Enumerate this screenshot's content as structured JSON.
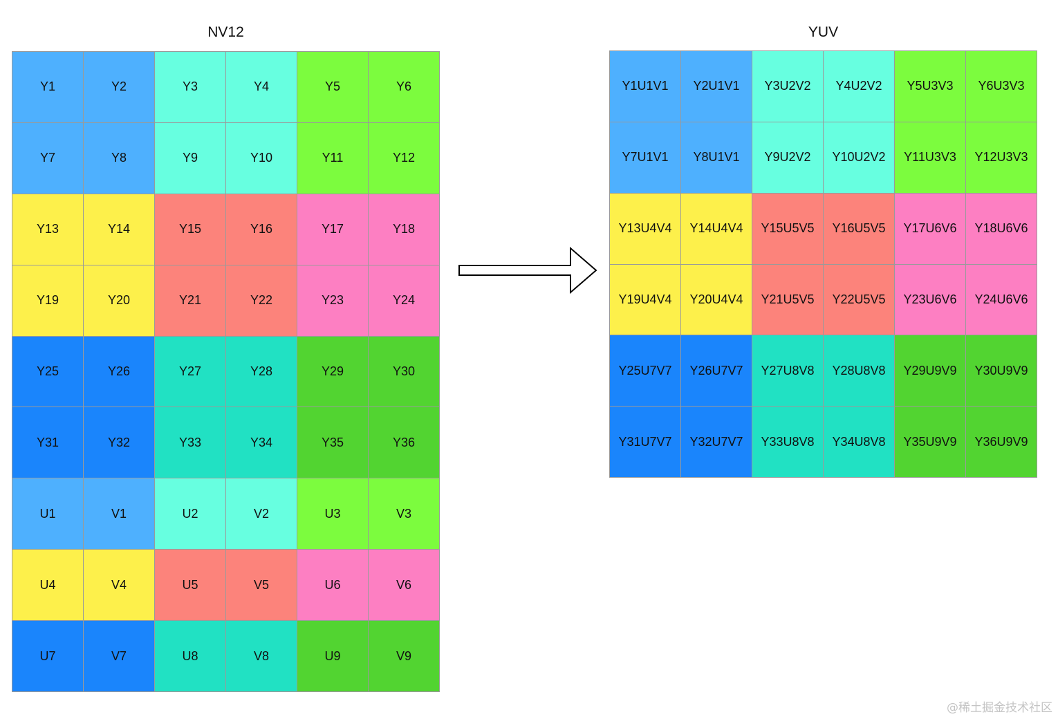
{
  "colors": {
    "A": "#4eb0fe",
    "B": "#67ffe0",
    "C": "#7cfc3e",
    "D": "#fdf04b",
    "E": "#fc837b",
    "F": "#fd7fc2",
    "G": "#1a85fc",
    "H": "#21e1c3",
    "I": "#52d431"
  },
  "nv12": {
    "title": "NV12",
    "rows": [
      [
        {
          "t": "Y1",
          "c": "A"
        },
        {
          "t": "Y2",
          "c": "A"
        },
        {
          "t": "Y3",
          "c": "B"
        },
        {
          "t": "Y4",
          "c": "B"
        },
        {
          "t": "Y5",
          "c": "C"
        },
        {
          "t": "Y6",
          "c": "C"
        }
      ],
      [
        {
          "t": "Y7",
          "c": "A"
        },
        {
          "t": "Y8",
          "c": "A"
        },
        {
          "t": "Y9",
          "c": "B"
        },
        {
          "t": "Y10",
          "c": "B"
        },
        {
          "t": "Y11",
          "c": "C"
        },
        {
          "t": "Y12",
          "c": "C"
        }
      ],
      [
        {
          "t": "Y13",
          "c": "D"
        },
        {
          "t": "Y14",
          "c": "D"
        },
        {
          "t": "Y15",
          "c": "E"
        },
        {
          "t": "Y16",
          "c": "E"
        },
        {
          "t": "Y17",
          "c": "F"
        },
        {
          "t": "Y18",
          "c": "F"
        }
      ],
      [
        {
          "t": "Y19",
          "c": "D"
        },
        {
          "t": "Y20",
          "c": "D"
        },
        {
          "t": "Y21",
          "c": "E"
        },
        {
          "t": "Y22",
          "c": "E"
        },
        {
          "t": "Y23",
          "c": "F"
        },
        {
          "t": "Y24",
          "c": "F"
        }
      ],
      [
        {
          "t": "Y25",
          "c": "G"
        },
        {
          "t": "Y26",
          "c": "G"
        },
        {
          "t": "Y27",
          "c": "H"
        },
        {
          "t": "Y28",
          "c": "H"
        },
        {
          "t": "Y29",
          "c": "I"
        },
        {
          "t": "Y30",
          "c": "I"
        }
      ],
      [
        {
          "t": "Y31",
          "c": "G"
        },
        {
          "t": "Y32",
          "c": "G"
        },
        {
          "t": "Y33",
          "c": "H"
        },
        {
          "t": "Y34",
          "c": "H"
        },
        {
          "t": "Y35",
          "c": "I"
        },
        {
          "t": "Y36",
          "c": "I"
        }
      ],
      [
        {
          "t": "U1",
          "c": "A"
        },
        {
          "t": "V1",
          "c": "A"
        },
        {
          "t": "U2",
          "c": "B"
        },
        {
          "t": "V2",
          "c": "B"
        },
        {
          "t": "U3",
          "c": "C"
        },
        {
          "t": "V3",
          "c": "C"
        }
      ],
      [
        {
          "t": "U4",
          "c": "D"
        },
        {
          "t": "V4",
          "c": "D"
        },
        {
          "t": "U5",
          "c": "E"
        },
        {
          "t": "V5",
          "c": "E"
        },
        {
          "t": "U6",
          "c": "F"
        },
        {
          "t": "V6",
          "c": "F"
        }
      ],
      [
        {
          "t": "U7",
          "c": "G"
        },
        {
          "t": "V7",
          "c": "G"
        },
        {
          "t": "U8",
          "c": "H"
        },
        {
          "t": "V8",
          "c": "H"
        },
        {
          "t": "U9",
          "c": "I"
        },
        {
          "t": "V9",
          "c": "I"
        }
      ]
    ]
  },
  "yuv": {
    "title": "YUV",
    "rows": [
      [
        {
          "t": "Y1U1V1",
          "c": "A"
        },
        {
          "t": "Y2U1V1",
          "c": "A"
        },
        {
          "t": "Y3U2V2",
          "c": "B"
        },
        {
          "t": "Y4U2V2",
          "c": "B"
        },
        {
          "t": "Y5U3V3",
          "c": "C"
        },
        {
          "t": "Y6U3V3",
          "c": "C"
        }
      ],
      [
        {
          "t": "Y7U1V1",
          "c": "A"
        },
        {
          "t": "Y8U1V1",
          "c": "A"
        },
        {
          "t": "Y9U2V2",
          "c": "B"
        },
        {
          "t": "Y10U2V2",
          "c": "B"
        },
        {
          "t": "Y11U3V3",
          "c": "C"
        },
        {
          "t": "Y12U3V3",
          "c": "C"
        }
      ],
      [
        {
          "t": "Y13U4V4",
          "c": "D"
        },
        {
          "t": "Y14U4V4",
          "c": "D"
        },
        {
          "t": "Y15U5V5",
          "c": "E"
        },
        {
          "t": "Y16U5V5",
          "c": "E"
        },
        {
          "t": "Y17U6V6",
          "c": "F"
        },
        {
          "t": "Y18U6V6",
          "c": "F"
        }
      ],
      [
        {
          "t": "Y19U4V4",
          "c": "D"
        },
        {
          "t": "Y20U4V4",
          "c": "D"
        },
        {
          "t": "Y21U5V5",
          "c": "E"
        },
        {
          "t": "Y22U5V5",
          "c": "E"
        },
        {
          "t": "Y23U6V6",
          "c": "F"
        },
        {
          "t": "Y24U6V6",
          "c": "F"
        }
      ],
      [
        {
          "t": "Y25U7V7",
          "c": "G"
        },
        {
          "t": "Y26U7V7",
          "c": "G"
        },
        {
          "t": "Y27U8V8",
          "c": "H"
        },
        {
          "t": "Y28U8V8",
          "c": "H"
        },
        {
          "t": "Y29U9V9",
          "c": "I"
        },
        {
          "t": "Y30U9V9",
          "c": "I"
        }
      ],
      [
        {
          "t": "Y31U7V7",
          "c": "G"
        },
        {
          "t": "Y32U7V7",
          "c": "G"
        },
        {
          "t": "Y33U8V8",
          "c": "H"
        },
        {
          "t": "Y34U8V8",
          "c": "H"
        },
        {
          "t": "Y35U9V9",
          "c": "I"
        },
        {
          "t": "Y36U9V9",
          "c": "I"
        }
      ]
    ]
  },
  "arrow": {
    "icon": "right-arrow-icon"
  },
  "watermark": "@稀土掘金技术社区"
}
